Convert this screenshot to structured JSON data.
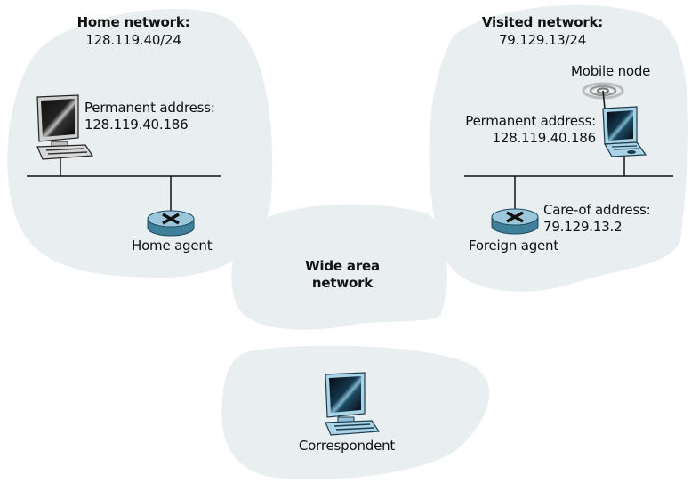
{
  "colors": {
    "cloud_fill": "#e9eef1",
    "line": "#111111",
    "router_top": "#9cc7da",
    "router_side": "#3f7f99",
    "screen_dark": "#0a0a0a",
    "device_blue": "#a9d3e6",
    "device_gray": "#c8c8c8"
  },
  "home_network": {
    "title": "Home network:",
    "subnet": "128.119.40/24",
    "host_label_1": "Permanent address:",
    "host_label_2": "128.119.40.186",
    "agent_label": "Home agent"
  },
  "visited_network": {
    "title": "Visited network:",
    "subnet": "79.129.13/24",
    "mobile_label": "Mobile node",
    "perm_label_1": "Permanent address:",
    "perm_label_2": "128.119.40.186",
    "coa_label_1": "Care-of address:",
    "coa_label_2": "79.129.13.2",
    "agent_label": "Foreign agent"
  },
  "wan": {
    "label_1": "Wide area",
    "label_2": "network"
  },
  "correspondent": {
    "label": "Correspondent"
  }
}
